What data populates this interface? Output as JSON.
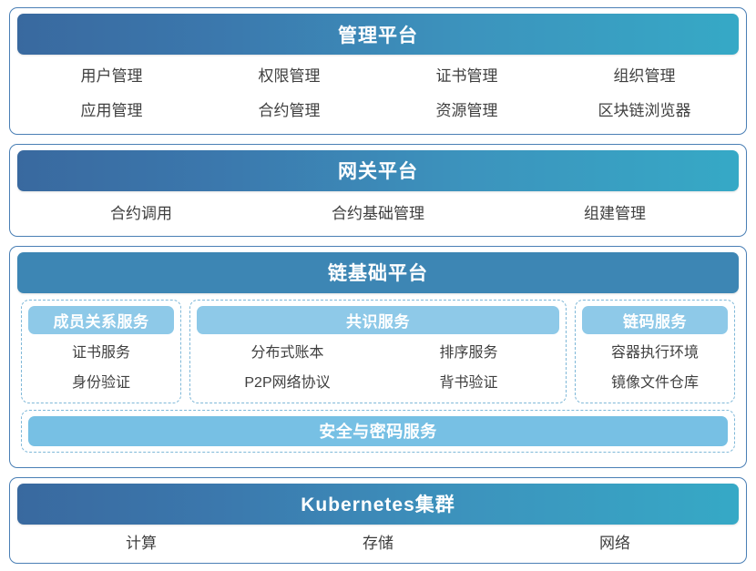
{
  "theme": {
    "card_border": "#4a7fb5",
    "banner_gradient_start": "#39699f",
    "banner_gradient_end": "#36a9c6",
    "chain_banner": "#3d86b4",
    "service_head": "#8ec9e8",
    "security_bar": "#77c0e4",
    "dashed_border": "#7fb8d8",
    "body_text": "#3f3f3f"
  },
  "layers": {
    "management": {
      "title": "管理平台",
      "rows": [
        [
          "用户管理",
          "权限管理",
          "证书管理",
          "组织管理"
        ],
        [
          "应用管理",
          "合约管理",
          "资源管理",
          "区块链浏览器"
        ]
      ]
    },
    "gateway": {
      "title": "网关平台",
      "rows": [
        [
          "合约调用",
          "合约基础管理",
          "组建管理"
        ]
      ]
    },
    "chain": {
      "title": "链基础平台",
      "services": [
        {
          "name": "成员关系服务",
          "rows": [
            [
              "证书服务"
            ],
            [
              "身份验证"
            ]
          ]
        },
        {
          "name": "共识服务",
          "rows": [
            [
              "分布式账本",
              "排序服务"
            ],
            [
              "P2P网络协议",
              "背书验证"
            ]
          ]
        },
        {
          "name": "链码服务",
          "rows": [
            [
              "容器执行环境"
            ],
            [
              "镜像文件仓库"
            ]
          ]
        }
      ],
      "security": "安全与密码服务"
    },
    "kubernetes": {
      "title": "Kubernetes集群",
      "rows": [
        [
          "计算",
          "存储",
          "网络"
        ]
      ]
    }
  }
}
